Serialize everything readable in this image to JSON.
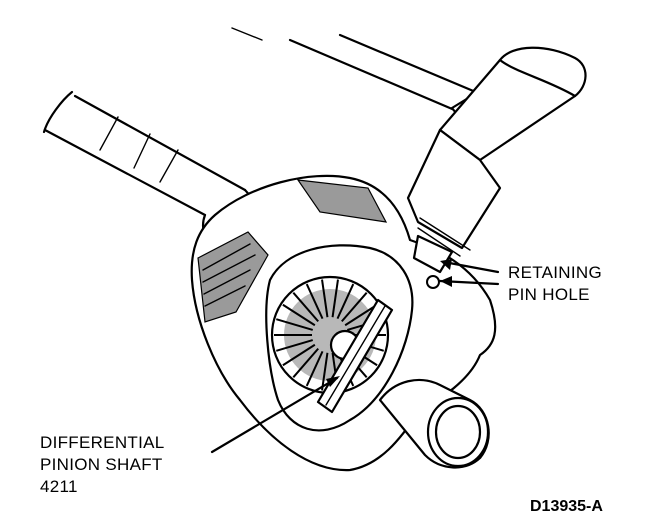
{
  "labels": {
    "retaining_line1": "RETAINING",
    "retaining_line2": "PIN HOLE",
    "shaft_line1": "DIFFERENTIAL",
    "shaft_line2": "PINION SHAFT",
    "shaft_line3": "4211",
    "figure_id": "D13935-A"
  }
}
